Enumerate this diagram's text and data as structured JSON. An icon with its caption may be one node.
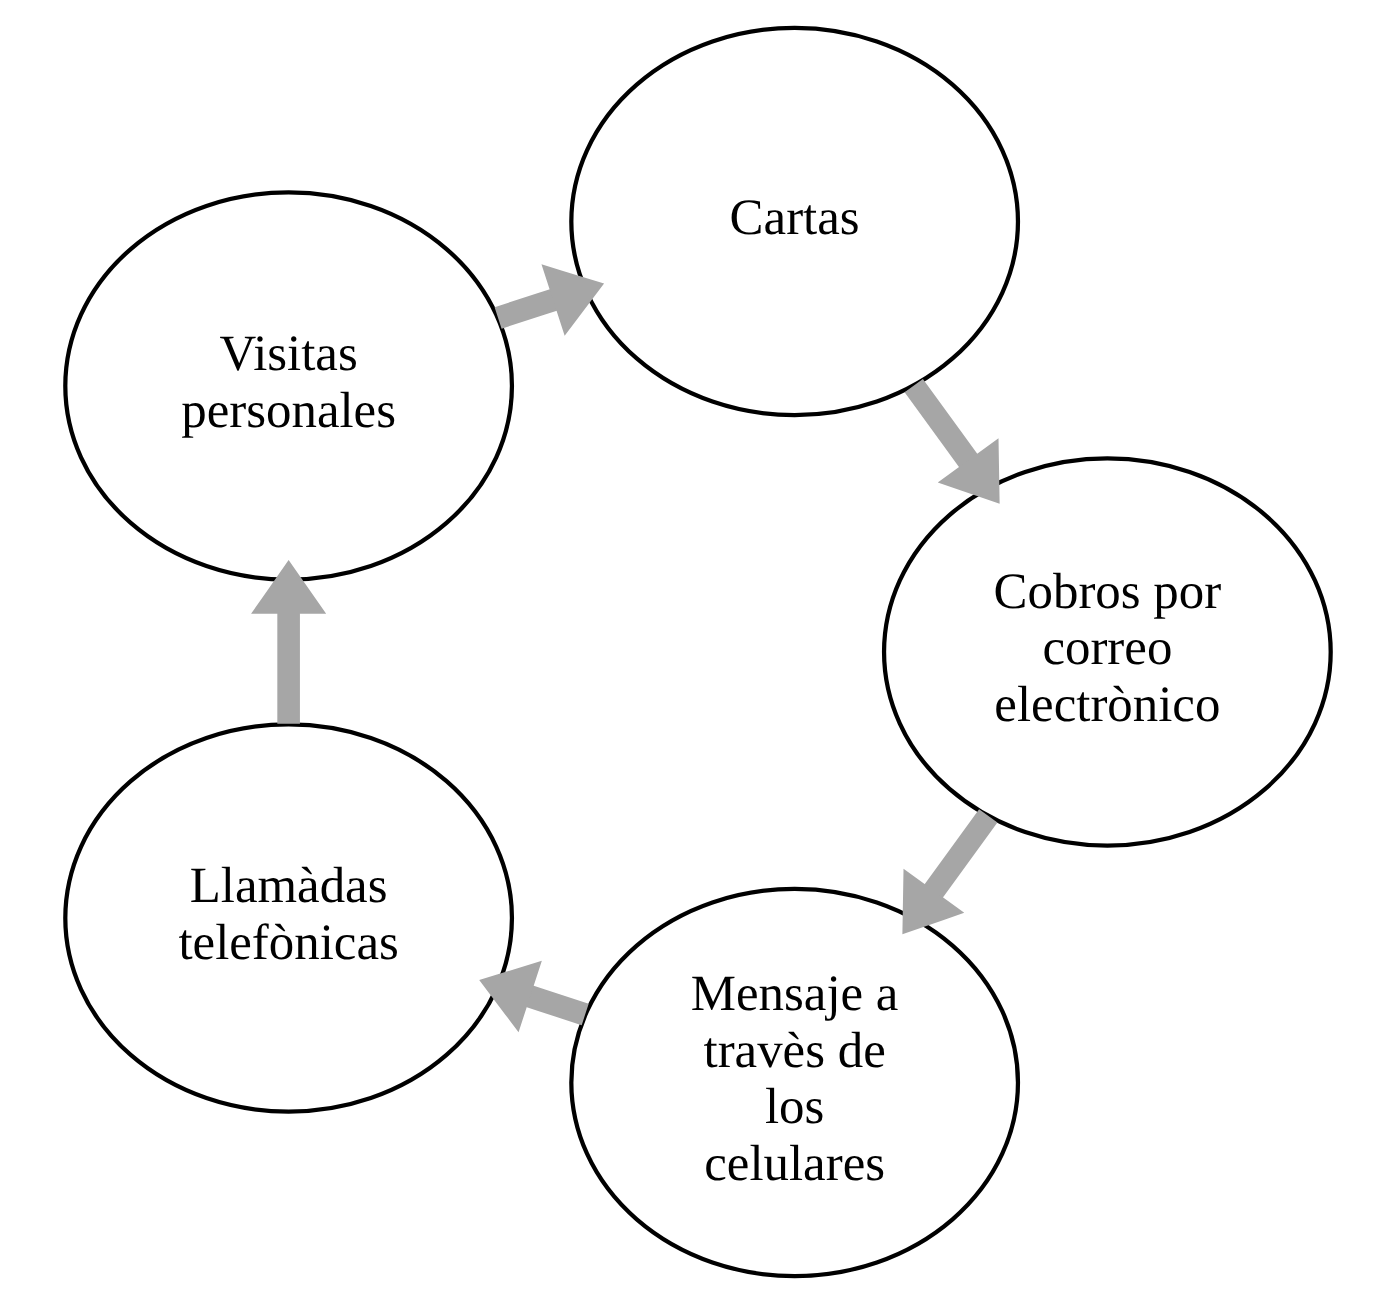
{
  "diagram": {
    "nodes": [
      {
        "text": [
          "Mensaje a travès de los celulares"
        ]
      },
      {
        "text": [
          "Llamàdas telefònicas"
        ]
      },
      {
        "text": [
          "Visitas personales"
        ]
      },
      {
        "text": [
          "Cartas"
        ]
      },
      {
        "text": [
          "Cobros por correo electrònico"
        ]
      }
    ],
    "edges": [
      {
        "from": 0,
        "to": 1,
        "arrow": "to"
      },
      {
        "from": 1,
        "to": 2,
        "arrow": "to"
      },
      {
        "from": 2,
        "to": 3,
        "arrow": "to"
      },
      {
        "from": 3,
        "to": 4,
        "arrow": "to"
      },
      {
        "from": 4,
        "to": 0,
        "arrow": "to"
      }
    ]
  }
}
